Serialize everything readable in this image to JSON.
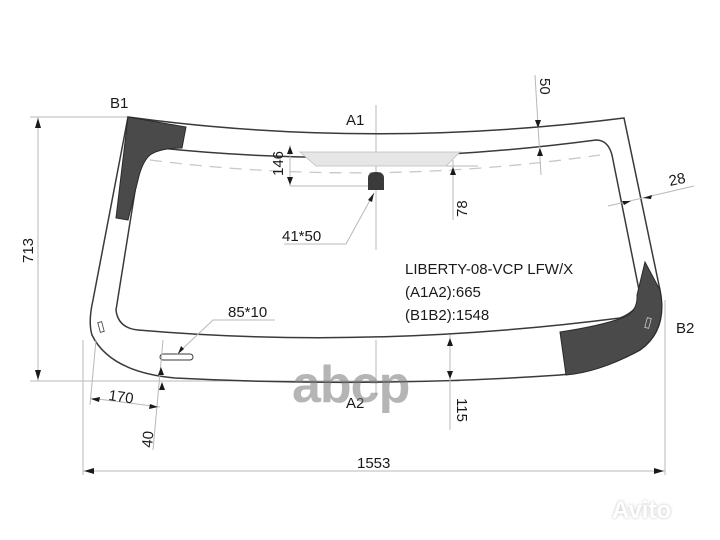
{
  "diagram": {
    "title": "LIBERTY-08-VCP LFW/X",
    "specs": [
      {
        "label": "(A1A2):665"
      },
      {
        "label": "(B1B2):1548"
      }
    ],
    "points": {
      "a1": "A1",
      "a2": "A2",
      "b1": "B1",
      "b2": "B2"
    },
    "dimensions": {
      "overall_width": "1553",
      "overall_height": "713",
      "top_band": "50",
      "side_band": "28",
      "sensor_offset": "146",
      "sensor_to_edge": "78",
      "sensor_size": "41*50",
      "bracket_size": "85*10",
      "bottom_band": "115",
      "bracket_offset_x": "170",
      "bracket_offset_y": "40"
    },
    "colors": {
      "frit": "#4a4a4a",
      "outline": "#3a3a3a",
      "dimension_line": "#b8b8b8"
    }
  },
  "watermarks": {
    "abcp": "abcp",
    "avito": "Avito"
  }
}
